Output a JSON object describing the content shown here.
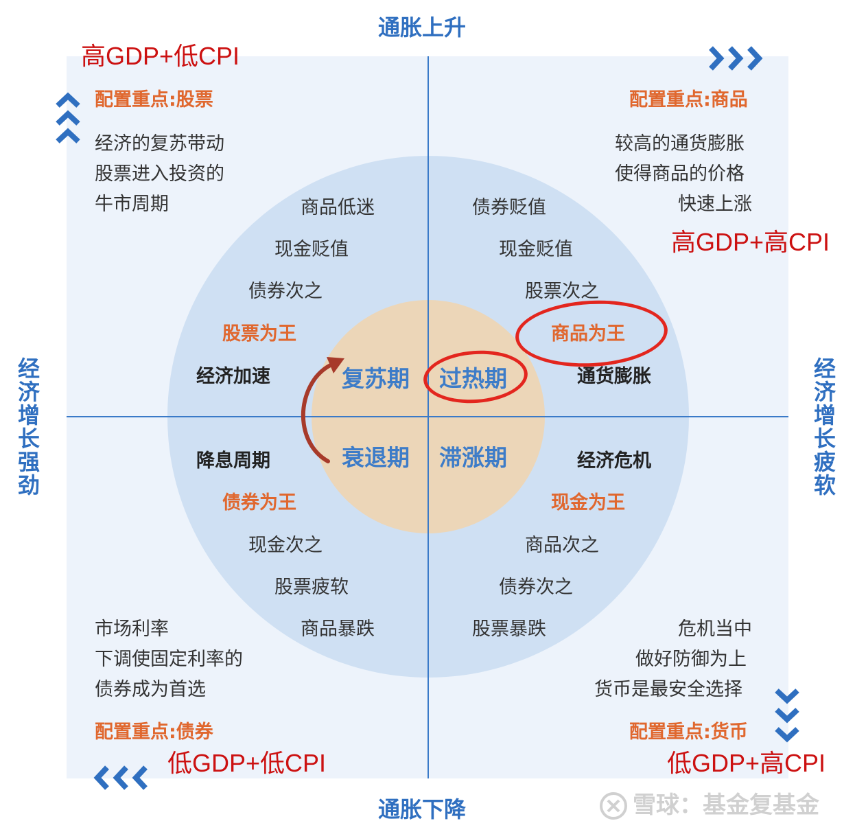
{
  "axes": {
    "top": "通胀上升",
    "bottom": "通胀下降",
    "left": "经济增长强劲",
    "right": "经济增长疲软"
  },
  "phases": {
    "recovery": "复苏期",
    "overheat": "过热期",
    "recession": "衰退期",
    "stagflation": "滞涨期"
  },
  "quadrants": {
    "top_left": {
      "annotation": "高GDP+低CPI",
      "focus": "配置重点:股票",
      "desc": [
        "经济的复苏带动",
        "股票进入投资的",
        "牛市周期"
      ],
      "ring": [
        "商品低迷",
        "现金贬值",
        "债券次之"
      ],
      "king": "股票为王",
      "driver": "经济加速"
    },
    "top_right": {
      "annotation": "高GDP+高CPI",
      "focus": "配置重点:商品",
      "desc": [
        "较高的通货膨胀",
        "使得商品的价格",
        "快速上涨"
      ],
      "ring": [
        "债券贬值",
        "现金贬值",
        "股票次之"
      ],
      "king": "商品为王",
      "driver": "通货膨胀"
    },
    "bottom_left": {
      "annotation": "低GDP+低CPI",
      "focus": "配置重点:债券",
      "desc": [
        "市场利率",
        "下调使固定利率的",
        "债券成为首选"
      ],
      "ring": [
        "现金次之",
        "股票疲软",
        "商品暴跌"
      ],
      "king": "债券为王",
      "driver": "降息周期"
    },
    "bottom_right": {
      "annotation": "低GDP+高CPI",
      "focus": "配置重点:货币",
      "desc": [
        "危机当中",
        "做好防御为上",
        "货币是最安全选择"
      ],
      "ring": [
        "商品次之",
        "债券次之",
        "股票暴跌"
      ],
      "king": "现金为王",
      "driver": "经济危机"
    }
  },
  "watermark": "雪球：基金复基金",
  "colors": {
    "axis_blue": "#2f6fc0",
    "accent_orange": "#e0672e",
    "annotation_red": "#cc1111",
    "circle_outer": "#cfe0f3",
    "circle_inner": "#ecd6b8"
  },
  "icons": [
    "chevron-up-icon",
    "chevron-right-icon",
    "chevron-down-icon",
    "chevron-left-icon",
    "cycle-arrow-icon",
    "snowball-logo-icon"
  ]
}
